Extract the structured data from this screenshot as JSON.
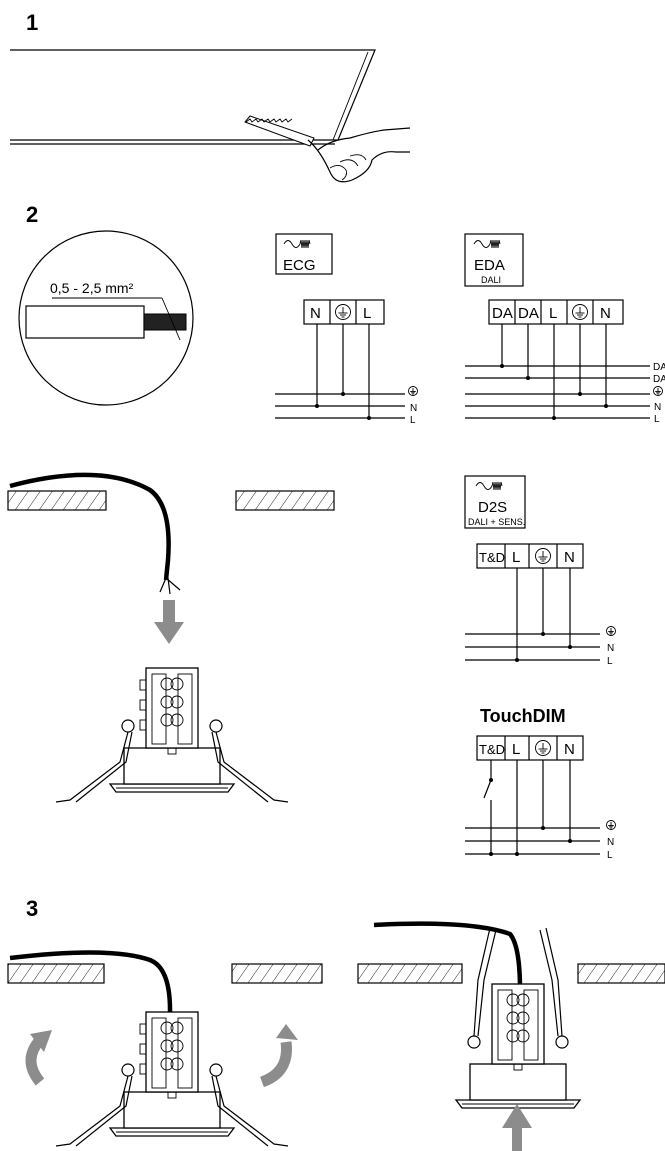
{
  "steps": {
    "s1": "1",
    "s2": "2",
    "s3": "3"
  },
  "cable": {
    "cross_section": "0,5 - 2,5 mm²"
  },
  "ecg": {
    "type": "ECG",
    "terminals": [
      "N",
      "⏚",
      "L"
    ],
    "wires": [
      "⏚",
      "N",
      "L"
    ]
  },
  "eda": {
    "type": "EDA",
    "sub": "DALI",
    "terminals": [
      "DA",
      "DA",
      "L",
      "⏚",
      "N"
    ],
    "wires": [
      "DA",
      "DA",
      "⏚",
      "N",
      "L"
    ]
  },
  "d2s": {
    "type": "D2S",
    "sub": "DALI + SENS.",
    "terminals": [
      "T&D",
      "L",
      "⏚",
      "N"
    ],
    "wires": [
      "⏚",
      "N",
      "L"
    ]
  },
  "touchdim": {
    "title": "TouchDIM",
    "terminals": [
      "T&D",
      "L",
      "⏚",
      "N"
    ],
    "wires": [
      "⏚",
      "N",
      "L"
    ]
  },
  "icons": {
    "driver": "sine-wave-driver-icon",
    "earth": "protective-earth-icon",
    "arrow": "grey-arrow-icon"
  },
  "colors": {
    "line": "#000000",
    "arrow": "#8c8c8c",
    "hatch": "#000000"
  }
}
